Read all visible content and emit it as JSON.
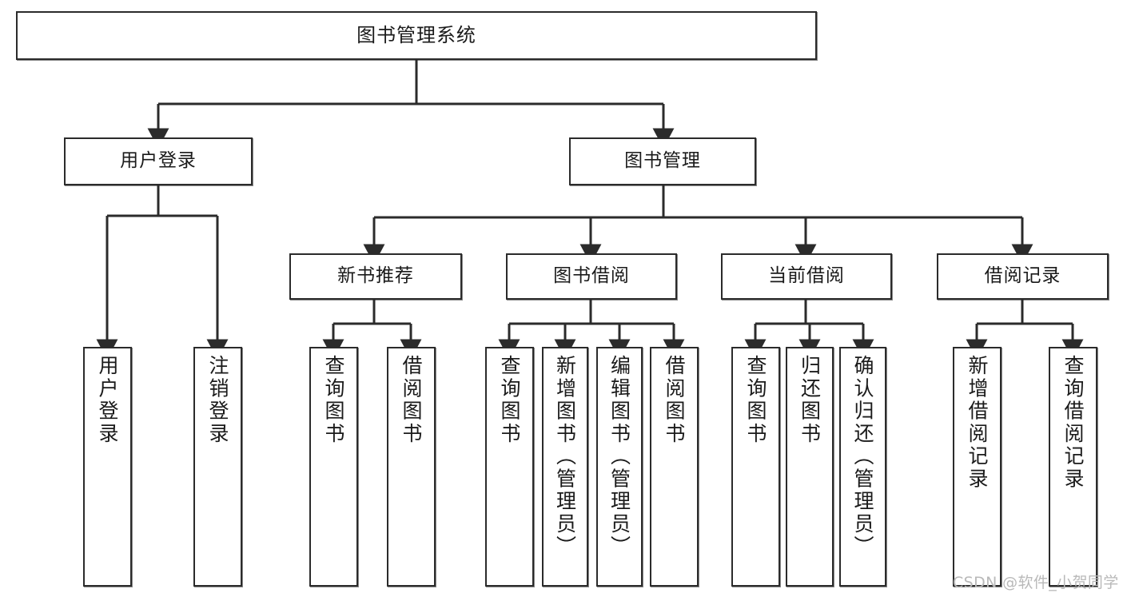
{
  "diagram": {
    "type": "tree",
    "title": "图书管理系统",
    "orientation": "top-down",
    "colors": {
      "node_border": "#2b2b2b",
      "node_fill": "#ffffff",
      "edge": "#2b2b2b",
      "text": "#1a1a1a",
      "watermark": "#b9b9b9",
      "background": "#ffffff"
    }
  },
  "root": {
    "id": "root",
    "label": "图书管理系统"
  },
  "level1": [
    {
      "id": "user-login",
      "label": "用户登录"
    },
    {
      "id": "book-management",
      "label": "图书管理"
    }
  ],
  "level2": [
    {
      "id": "new-book-recommend",
      "label": "新书推荐",
      "parent": "book-management"
    },
    {
      "id": "book-borrow",
      "label": "图书借阅",
      "parent": "book-management"
    },
    {
      "id": "current-borrow",
      "label": "当前借阅",
      "parent": "book-management"
    },
    {
      "id": "borrow-record",
      "label": "借阅记录",
      "parent": "book-management"
    }
  ],
  "leaves": [
    {
      "id": "leaf-user-login",
      "label": "用户登录",
      "parent": "user-login"
    },
    {
      "id": "leaf-user-logout",
      "label": "注销登录",
      "parent": "user-login"
    },
    {
      "id": "leaf-query-book-1",
      "label": "查询图书",
      "parent": "new-book-recommend"
    },
    {
      "id": "leaf-borrow-book-1",
      "label": "借阅图书",
      "parent": "new-book-recommend"
    },
    {
      "id": "leaf-query-book-2",
      "label": "查询图书",
      "parent": "book-borrow"
    },
    {
      "id": "leaf-add-book",
      "label": "新增图书（管理员）",
      "parent": "book-borrow"
    },
    {
      "id": "leaf-edit-book",
      "label": "编辑图书（管理员）",
      "parent": "book-borrow"
    },
    {
      "id": "leaf-borrow-book-2",
      "label": "借阅图书",
      "parent": "book-borrow"
    },
    {
      "id": "leaf-query-book-3",
      "label": "查询图书",
      "parent": "current-borrow"
    },
    {
      "id": "leaf-return-book",
      "label": "归还图书",
      "parent": "current-borrow"
    },
    {
      "id": "leaf-confirm-return",
      "label": "确认归还（管理员）",
      "parent": "current-borrow"
    },
    {
      "id": "leaf-add-record",
      "label": "新增借阅记录",
      "parent": "borrow-record"
    },
    {
      "id": "leaf-query-record",
      "label": "查询借阅记录",
      "parent": "borrow-record"
    }
  ],
  "watermark": {
    "text": "CSDN @软件_小贺同学"
  }
}
